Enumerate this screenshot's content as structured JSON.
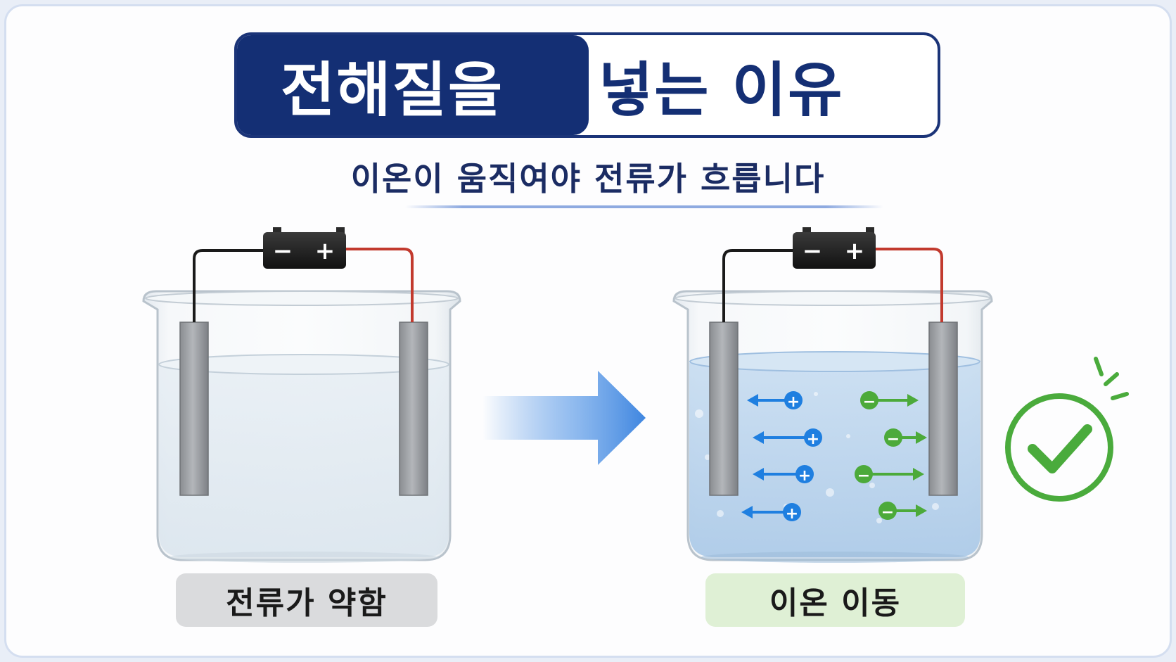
{
  "title": {
    "highlight": "전해질을",
    "rest": "넣는 이유"
  },
  "subtitle": "이온이 움직여야 전류가 흐릅니다",
  "left_beaker": {
    "label": "전류가 약함",
    "battery": {
      "minus": "−",
      "plus": "+"
    }
  },
  "right_beaker": {
    "label": "이온 이동",
    "battery": {
      "minus": "−",
      "plus": "+"
    },
    "cation_symbol": "+",
    "anion_symbol": "−",
    "cation_count": 4,
    "anion_count": 4
  },
  "colors": {
    "navy": "#142f74",
    "arrow_blue": "#4a8fe3",
    "cation_blue": "#1f7fe0",
    "anion_green": "#4caa3a",
    "check_green": "#4aab3c",
    "wire_red": "#c23a2e",
    "wire_black": "#1a1a1a"
  },
  "icons": {
    "process_arrow": "right-arrow-icon",
    "success": "check-circle-icon"
  }
}
